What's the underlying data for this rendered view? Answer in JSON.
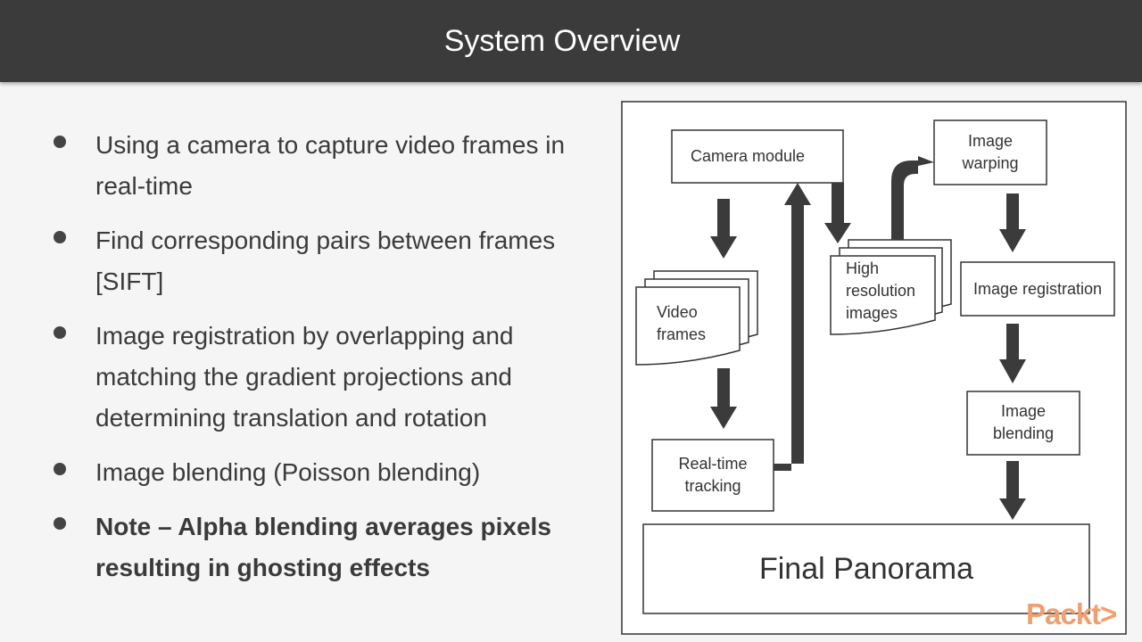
{
  "header": {
    "title": "System Overview"
  },
  "bullets": [
    {
      "text": "Using a camera to capture video frames in real-time",
      "bold": false
    },
    {
      "text": "Find corresponding pairs between frames [SIFT]",
      "bold": false
    },
    {
      "text": "Image registration by overlapping and matching the gradient projections and determining translation and rotation",
      "bold": false
    },
    {
      "text": "Image blending (Poisson blending)",
      "bold": false
    },
    {
      "text": "Note – Alpha blending averages pixels resulting in ghosting effects",
      "bold": true
    }
  ],
  "diagram": {
    "camera_module": "Camera module",
    "video_frames": [
      "Video",
      "frames"
    ],
    "realtime_tracking": [
      "Real-time",
      "tracking"
    ],
    "high_res_images": [
      "High",
      "resolution",
      "images"
    ],
    "image_warping": [
      "Image",
      "warping"
    ],
    "image_registration": "Image registration",
    "image_blending": [
      "Image",
      "blending"
    ],
    "final_panorama": "Final Panorama"
  },
  "logo": {
    "text": "Packt>"
  },
  "colors": {
    "header_bg": "#3b3b3b",
    "arrow": "#3b3b3b",
    "logo": "#f0a070",
    "background": "#f5f5f5"
  }
}
